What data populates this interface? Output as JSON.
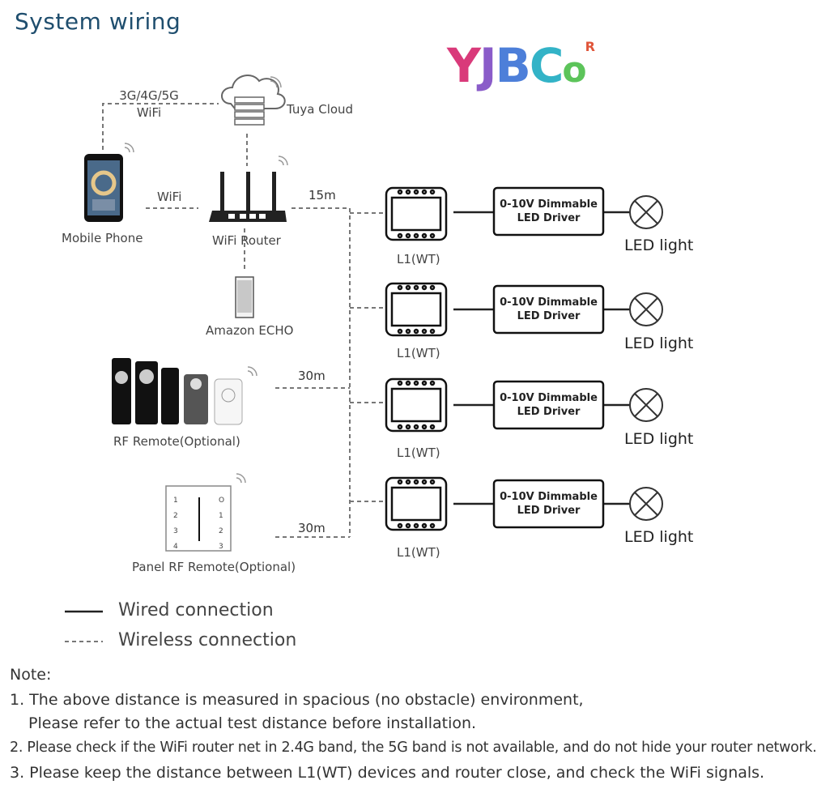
{
  "header": {
    "title": "System wiring"
  },
  "brand": {
    "logo_y": "Y",
    "logo_j": "J",
    "logo_b": "B",
    "logo_c": "C",
    "logo_o": "o",
    "logo_reg": "R"
  },
  "network": {
    "cloud_label": "Tuya Cloud",
    "cloud_link_line1": "3G/4G/5G",
    "cloud_link_line2": "WiFi",
    "phone_label": "Mobile Phone",
    "phone_link": "WiFi",
    "router_label": "WiFi Router",
    "echo_label": "Amazon ECHO",
    "router_distance": "15m"
  },
  "remotes": {
    "rf_label": "RF Remote(Optional)",
    "rf_distance": "30m",
    "panel_label": "Panel RF Remote(Optional)",
    "panel_distance": "30m",
    "panel_left_keys": [
      "1",
      "2",
      "3",
      "4"
    ],
    "panel_right_keys": [
      "O",
      "1",
      "2",
      "3"
    ]
  },
  "channels": [
    {
      "controller": "L1(WT)",
      "driver_line1": "0-10V Dimmable",
      "driver_line2": "LED Driver",
      "light": "LED light"
    },
    {
      "controller": "L1(WT)",
      "driver_line1": "0-10V Dimmable",
      "driver_line2": "LED Driver",
      "light": "LED light"
    },
    {
      "controller": "L1(WT)",
      "driver_line1": "0-10V Dimmable",
      "driver_line2": "LED Driver",
      "light": "LED light"
    },
    {
      "controller": "L1(WT)",
      "driver_line1": "0-10V Dimmable",
      "driver_line2": "LED Driver",
      "light": "LED light"
    }
  ],
  "legend": {
    "wired": "Wired connection",
    "wireless": "Wireless connection"
  },
  "notes": {
    "heading": "Note:",
    "line1": "1. The above distance is measured in spacious (no obstacle) environment,",
    "line1b": "Please refer to the actual test distance before installation.",
    "line2": "2. Please check if the WiFi router net in 2.4G band, the 5G band is not available, and do not hide your router network.",
    "line3": "3. Please keep the distance between L1(WT) devices and router close, and check the WiFi signals."
  }
}
